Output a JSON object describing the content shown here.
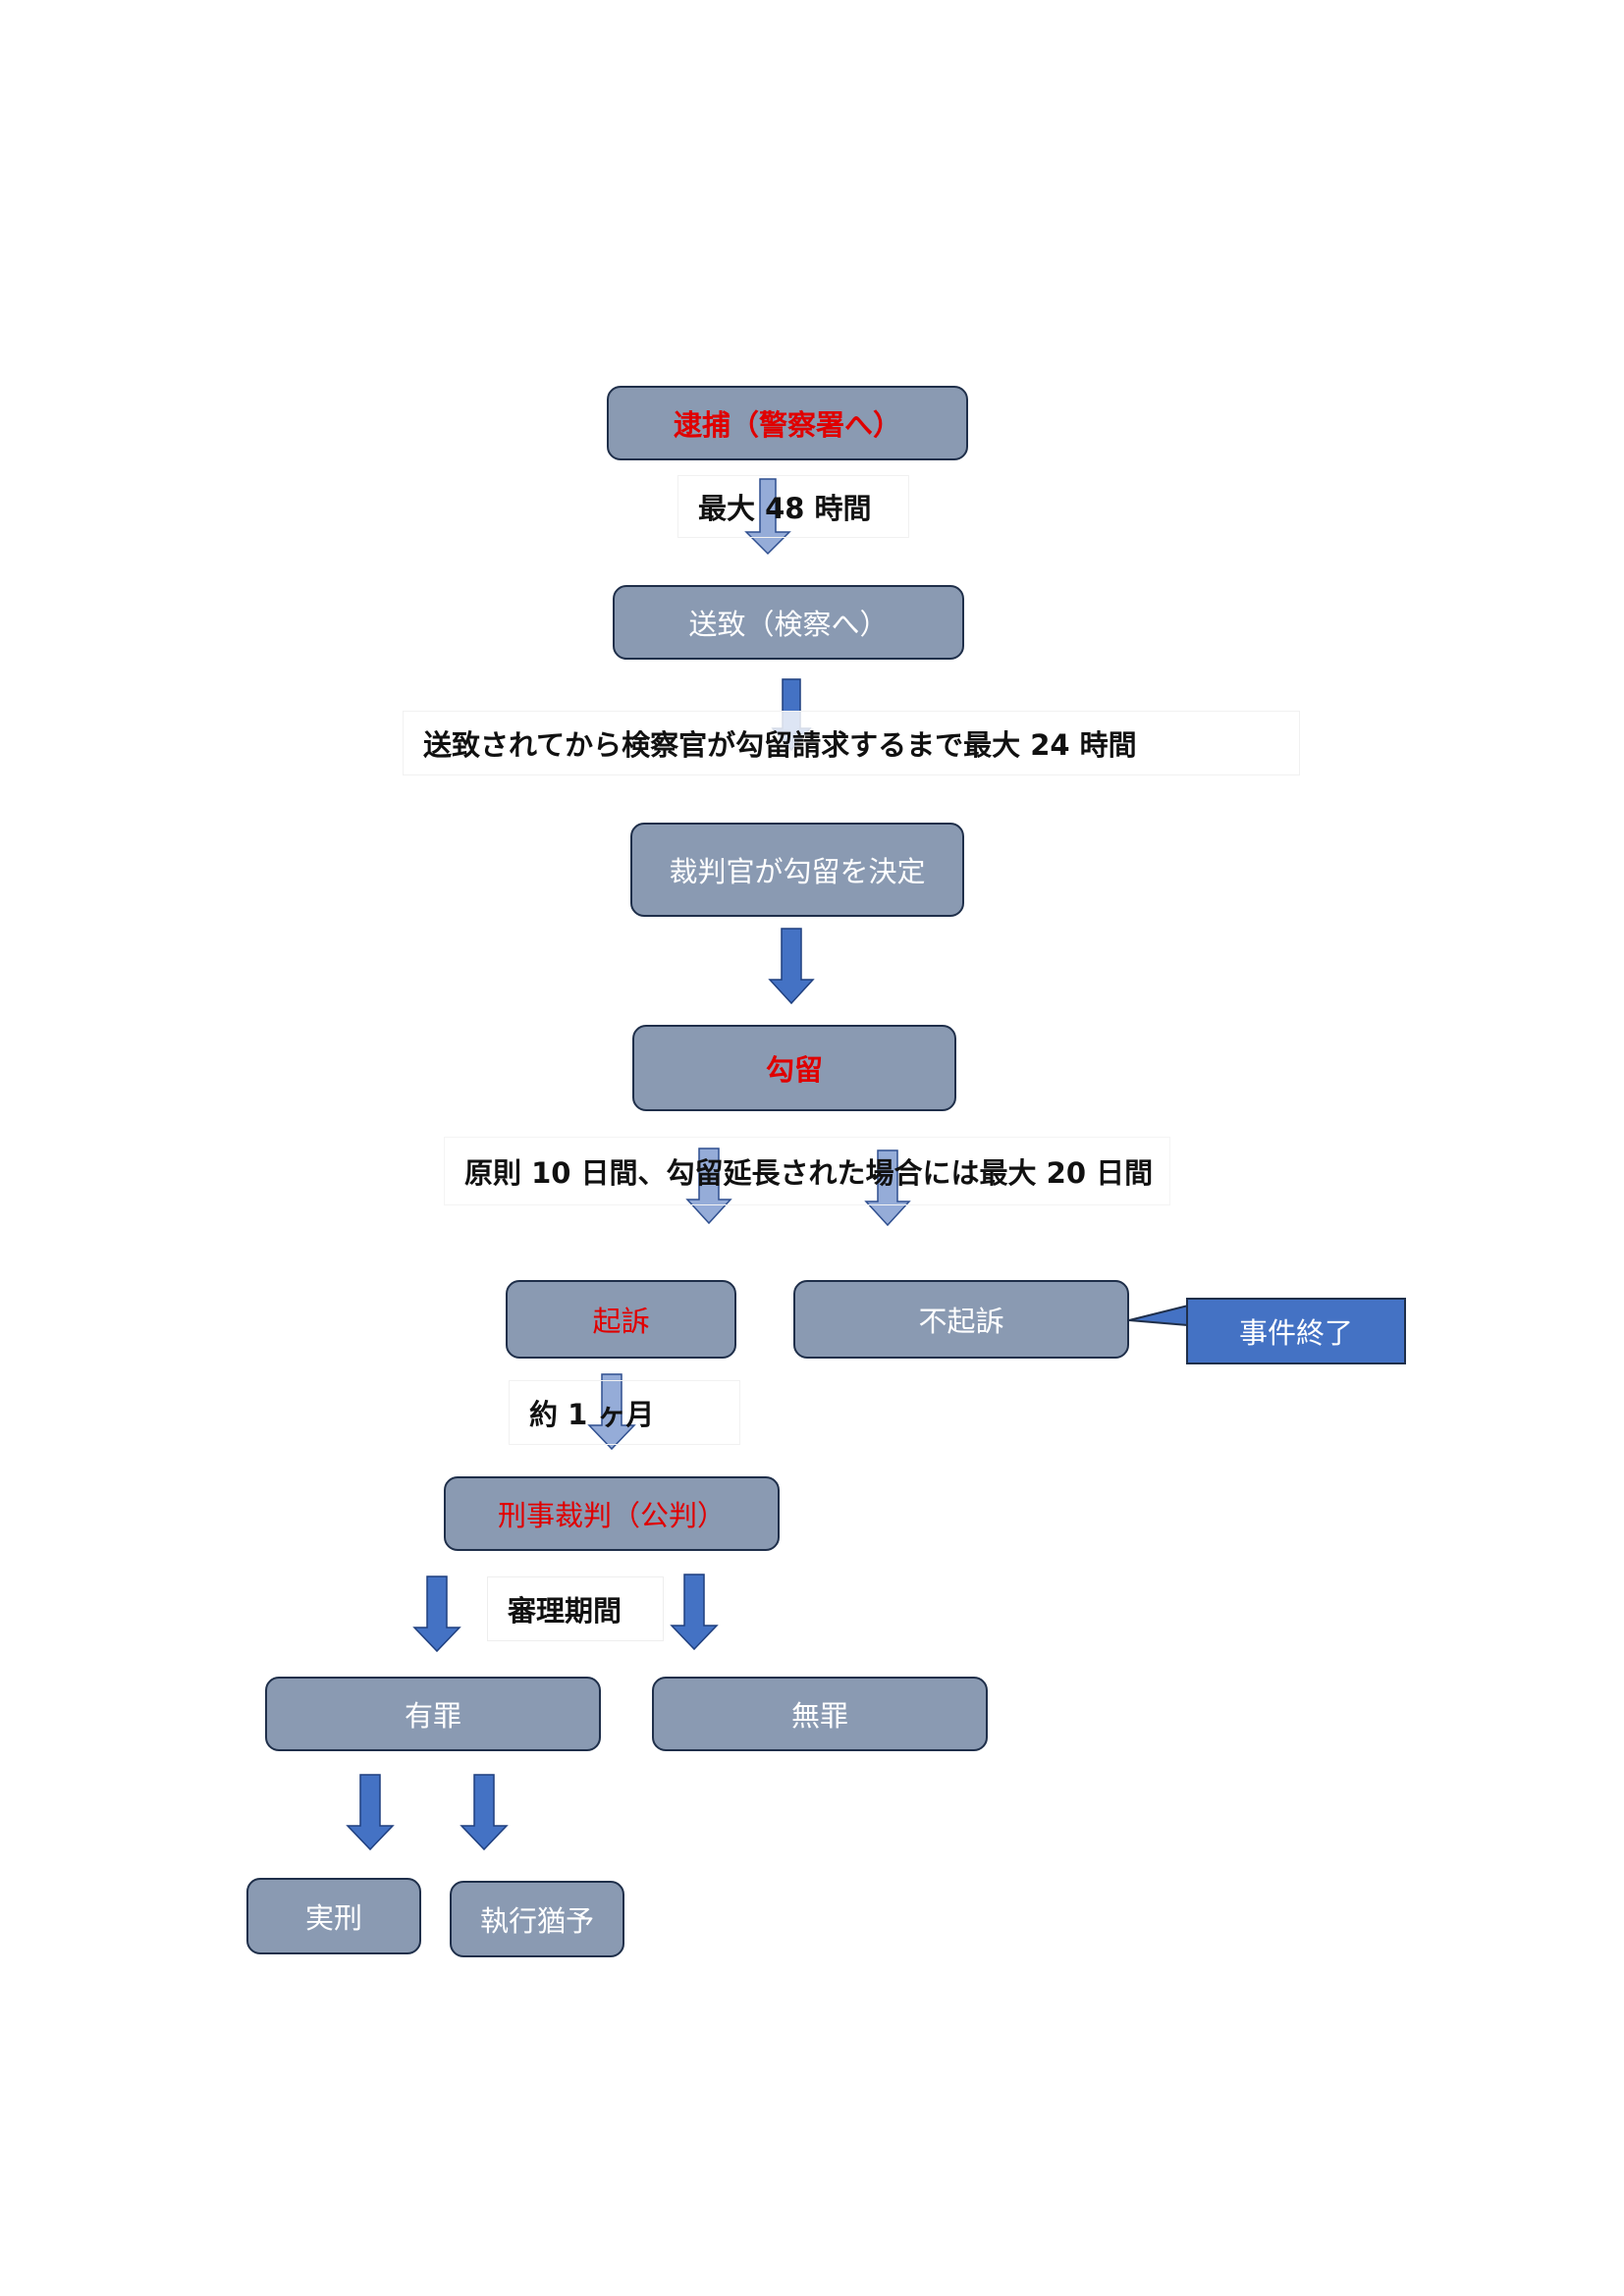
{
  "colors": {
    "box_fill": "#8a9ab2",
    "box_border": "#1f2f4a",
    "arrow": "#4472c4",
    "arrow_light": "#95acd8",
    "highlight_text": "#e00000",
    "callout_fill": "#4472c4"
  },
  "nodes": {
    "arrest": "逮捕（警察署へ）",
    "referral": "送致（検察へ）",
    "judge_decision": "裁判官が勾留を決定",
    "detention": "勾留",
    "indictment": "起訴",
    "non_indictment": "不起訴",
    "case_closed": "事件終了",
    "criminal_trial": "刑事裁判（公判）",
    "guilty": "有罪",
    "not_guilty": "無罪",
    "actual_sentence": "実刑",
    "suspended_sentence": "執行猶予"
  },
  "notes": {
    "max_48": "最大 48 時間",
    "max_24": "送致されてから検察官が勾留請求するまで最大 24 時間",
    "detention_period": "原則 10 日間、勾留延長された場合には最大 20 日間",
    "one_month": "約 1 ヶ月",
    "trial_period": "審理期間"
  }
}
